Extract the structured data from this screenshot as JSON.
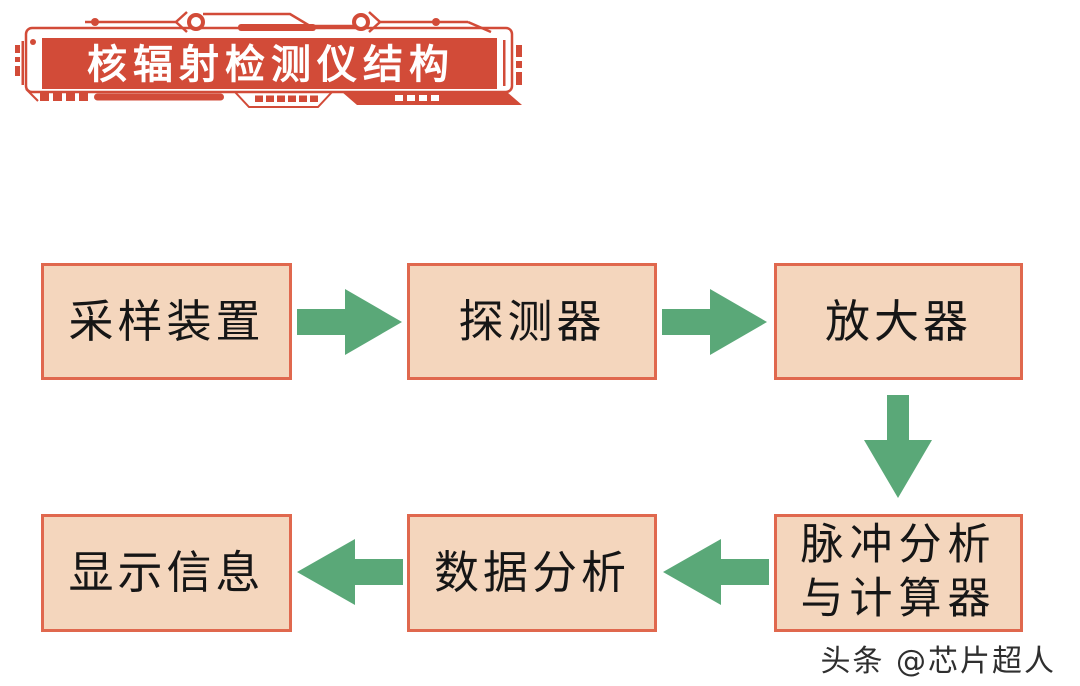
{
  "banner": {
    "title": "核辐射检测仪结构",
    "frame_color": "#D24B38",
    "text_color": "#ffffff"
  },
  "flow": {
    "box_fill": "#F4D6BD",
    "box_border": "#E0684E",
    "arrow_color": "#5AA878",
    "text_color": "#161616",
    "nodes": [
      {
        "id": "sampling-device",
        "label": "采样装置"
      },
      {
        "id": "detector",
        "label": "探测器"
      },
      {
        "id": "amplifier",
        "label": "放大器"
      },
      {
        "id": "pulse-analyzer-calculator",
        "label": "脉冲分析\n与计算器"
      },
      {
        "id": "data-analysis",
        "label": "数据分析"
      },
      {
        "id": "display-info",
        "label": "显示信息"
      }
    ],
    "connections": [
      {
        "from": "sampling-device",
        "to": "detector",
        "direction": "right"
      },
      {
        "from": "detector",
        "to": "amplifier",
        "direction": "right"
      },
      {
        "from": "amplifier",
        "to": "pulse-analyzer-calculator",
        "direction": "down"
      },
      {
        "from": "pulse-analyzer-calculator",
        "to": "data-analysis",
        "direction": "left"
      },
      {
        "from": "data-analysis",
        "to": "display-info",
        "direction": "left"
      }
    ]
  },
  "watermark": {
    "text": "头条 @芯片超人"
  }
}
